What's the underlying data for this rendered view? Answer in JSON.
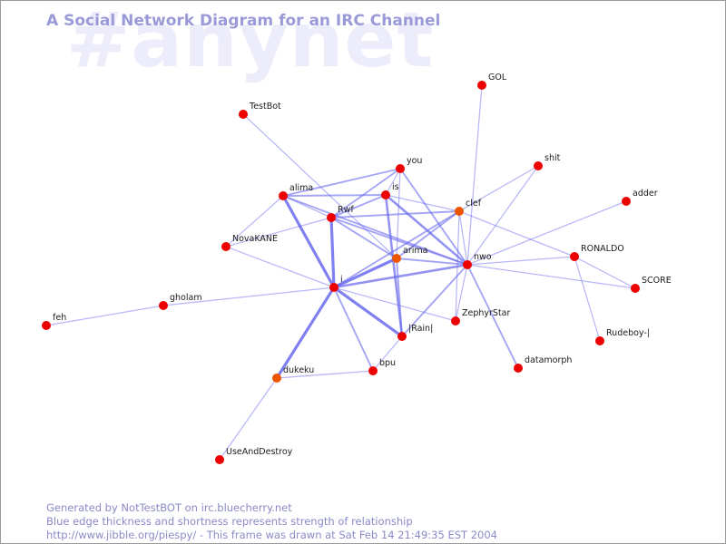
{
  "watermark": "#anynet",
  "title": "A Social Network Diagram for an IRC Channel",
  "footer": {
    "line1": "Generated by NotTestBOT on irc.bluecherry.net",
    "line2": "Blue edge thickness and shortness represents strength of relationship",
    "line3": "http://www.jibble.org/piespy/ - This frame was drawn at Sat Feb 14 21:49:35 EST 2004"
  },
  "colors": {
    "node_red": "#ee0000",
    "node_orange": "#ee5500",
    "edge": "#6666ee",
    "title": "#9a9ad8",
    "watermark": "#ececfb"
  },
  "nodes": [
    {
      "id": "GOL",
      "label": "GOL",
      "color": "red"
    },
    {
      "id": "TestBot",
      "label": "TestBot",
      "color": "red"
    },
    {
      "id": "you",
      "label": "you",
      "color": "red"
    },
    {
      "id": "shit",
      "label": "shit",
      "color": "red"
    },
    {
      "id": "alima",
      "label": "alima",
      "color": "red"
    },
    {
      "id": "is",
      "label": "is",
      "color": "red"
    },
    {
      "id": "adder",
      "label": "adder",
      "color": "red"
    },
    {
      "id": "clef",
      "label": "clef",
      "color": "orange"
    },
    {
      "id": "Rwf",
      "label": "Rwf",
      "color": "red"
    },
    {
      "id": "NovaKANE",
      "label": "NovaKANE",
      "color": "red"
    },
    {
      "id": "arima",
      "label": "arima",
      "color": "orange"
    },
    {
      "id": "RONALDO",
      "label": "RONALDO",
      "color": "red"
    },
    {
      "id": "nwo",
      "label": "nwo",
      "color": "red"
    },
    {
      "id": "i",
      "label": "i",
      "color": "red"
    },
    {
      "id": "SCORE",
      "label": "SCORE",
      "color": "red"
    },
    {
      "id": "gholam",
      "label": "gholam",
      "color": "red"
    },
    {
      "id": "ZephyrStar",
      "label": "ZephyrStar",
      "color": "red"
    },
    {
      "id": "feh",
      "label": "feh",
      "color": "red"
    },
    {
      "id": "Rain",
      "label": "|Rain|",
      "color": "red"
    },
    {
      "id": "Rudeboy",
      "label": "Rudeboy-|",
      "color": "red"
    },
    {
      "id": "datamorph",
      "label": "datamorph",
      "color": "red"
    },
    {
      "id": "bpu",
      "label": "bpu",
      "color": "red"
    },
    {
      "id": "dukeku",
      "label": "dukeku",
      "color": "orange"
    },
    {
      "id": "UseAndDestroy",
      "label": "UseAndDestroy",
      "color": "red"
    }
  ],
  "edges": [
    {
      "from": "TestBot",
      "to": "arima",
      "strength": 1
    },
    {
      "from": "GOL",
      "to": "nwo",
      "strength": 1
    },
    {
      "from": "shit",
      "to": "clef",
      "strength": 1
    },
    {
      "from": "shit",
      "to": "nwo",
      "strength": 1
    },
    {
      "from": "adder",
      "to": "nwo",
      "strength": 1
    },
    {
      "from": "you",
      "to": "alima",
      "strength": 2
    },
    {
      "from": "you",
      "to": "is",
      "strength": 1
    },
    {
      "from": "you",
      "to": "Rwf",
      "strength": 2
    },
    {
      "from": "you",
      "to": "arima",
      "strength": 1
    },
    {
      "from": "you",
      "to": "nwo",
      "strength": 2
    },
    {
      "from": "alima",
      "to": "is",
      "strength": 2
    },
    {
      "from": "alima",
      "to": "Rwf",
      "strength": 1
    },
    {
      "from": "alima",
      "to": "NovaKANE",
      "strength": 1
    },
    {
      "from": "alima",
      "to": "i",
      "strength": 4
    },
    {
      "from": "alima",
      "to": "nwo",
      "strength": 2
    },
    {
      "from": "is",
      "to": "Rwf",
      "strength": 2
    },
    {
      "from": "is",
      "to": "clef",
      "strength": 1
    },
    {
      "from": "is",
      "to": "Rain",
      "strength": 3
    },
    {
      "from": "is",
      "to": "nwo",
      "strength": 3
    },
    {
      "from": "Rwf",
      "to": "clef",
      "strength": 2
    },
    {
      "from": "Rwf",
      "to": "NovaKANE",
      "strength": 1
    },
    {
      "from": "Rwf",
      "to": "i",
      "strength": 4
    },
    {
      "from": "Rwf",
      "to": "arima",
      "strength": 2
    },
    {
      "from": "Rwf",
      "to": "nwo",
      "strength": 2
    },
    {
      "from": "NovaKANE",
      "to": "i",
      "strength": 1
    },
    {
      "from": "clef",
      "to": "i",
      "strength": 2
    },
    {
      "from": "clef",
      "to": "nwo",
      "strength": 1
    },
    {
      "from": "clef",
      "to": "RONALDO",
      "strength": 1
    },
    {
      "from": "clef",
      "to": "ZephyrStar",
      "strength": 1
    },
    {
      "from": "clef",
      "to": "arima",
      "strength": 2
    },
    {
      "from": "arima",
      "to": "i",
      "strength": 4
    },
    {
      "from": "arima",
      "to": "nwo",
      "strength": 2
    },
    {
      "from": "arima",
      "to": "Rain",
      "strength": 2
    },
    {
      "from": "i",
      "to": "nwo",
      "strength": 3
    },
    {
      "from": "i",
      "to": "gholam",
      "strength": 1
    },
    {
      "from": "i",
      "to": "Rain",
      "strength": 4
    },
    {
      "from": "i",
      "to": "bpu",
      "strength": 2
    },
    {
      "from": "i",
      "to": "dukeku",
      "strength": 4
    },
    {
      "from": "i",
      "to": "ZephyrStar",
      "strength": 1
    },
    {
      "from": "gholam",
      "to": "feh",
      "strength": 1
    },
    {
      "from": "nwo",
      "to": "RONALDO",
      "strength": 1
    },
    {
      "from": "nwo",
      "to": "SCORE",
      "strength": 1
    },
    {
      "from": "nwo",
      "to": "datamorph",
      "strength": 2
    },
    {
      "from": "nwo",
      "to": "Rain",
      "strength": 2
    },
    {
      "from": "nwo",
      "to": "ZephyrStar",
      "strength": 1
    },
    {
      "from": "RONALDO",
      "to": "Rudeboy",
      "strength": 1
    },
    {
      "from": "RONALDO",
      "to": "SCORE",
      "strength": 1
    },
    {
      "from": "Rain",
      "to": "bpu",
      "strength": 1
    },
    {
      "from": "bpu",
      "to": "dukeku",
      "strength": 1
    },
    {
      "from": "dukeku",
      "to": "UseAndDestroy",
      "strength": 1
    }
  ]
}
